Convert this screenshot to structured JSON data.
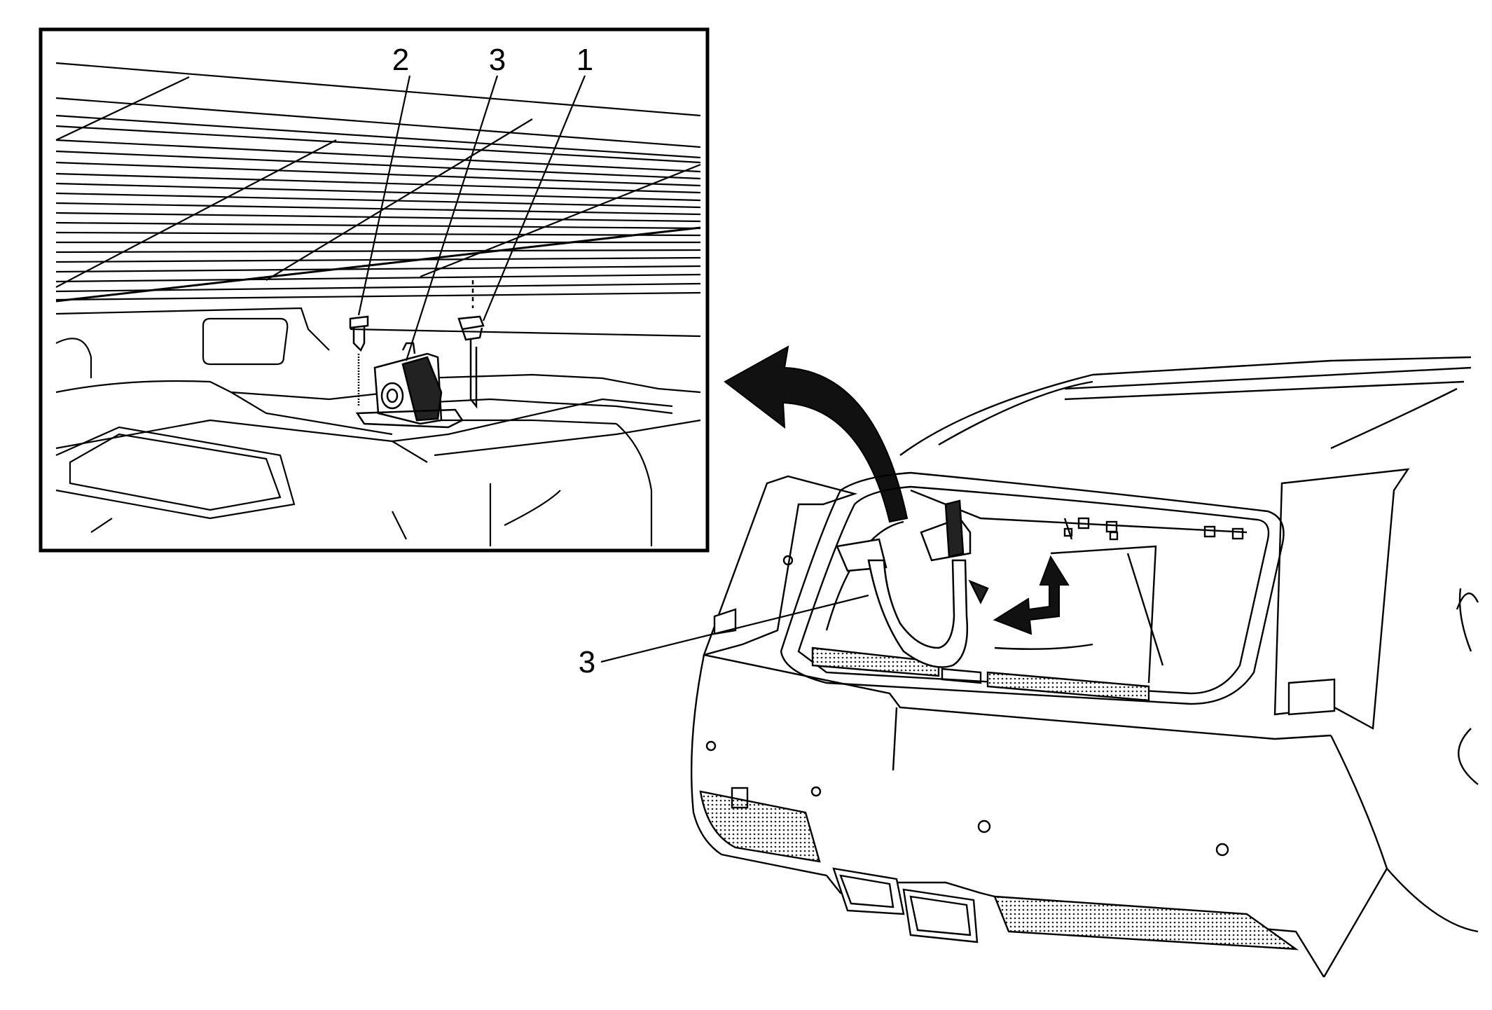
{
  "inset": {
    "callouts": {
      "c1": "1",
      "c2": "2",
      "c3": "3"
    }
  },
  "main": {
    "callouts": {
      "c3": "3"
    }
  },
  "colors": {
    "line": "#000000",
    "background": "#ffffff"
  }
}
